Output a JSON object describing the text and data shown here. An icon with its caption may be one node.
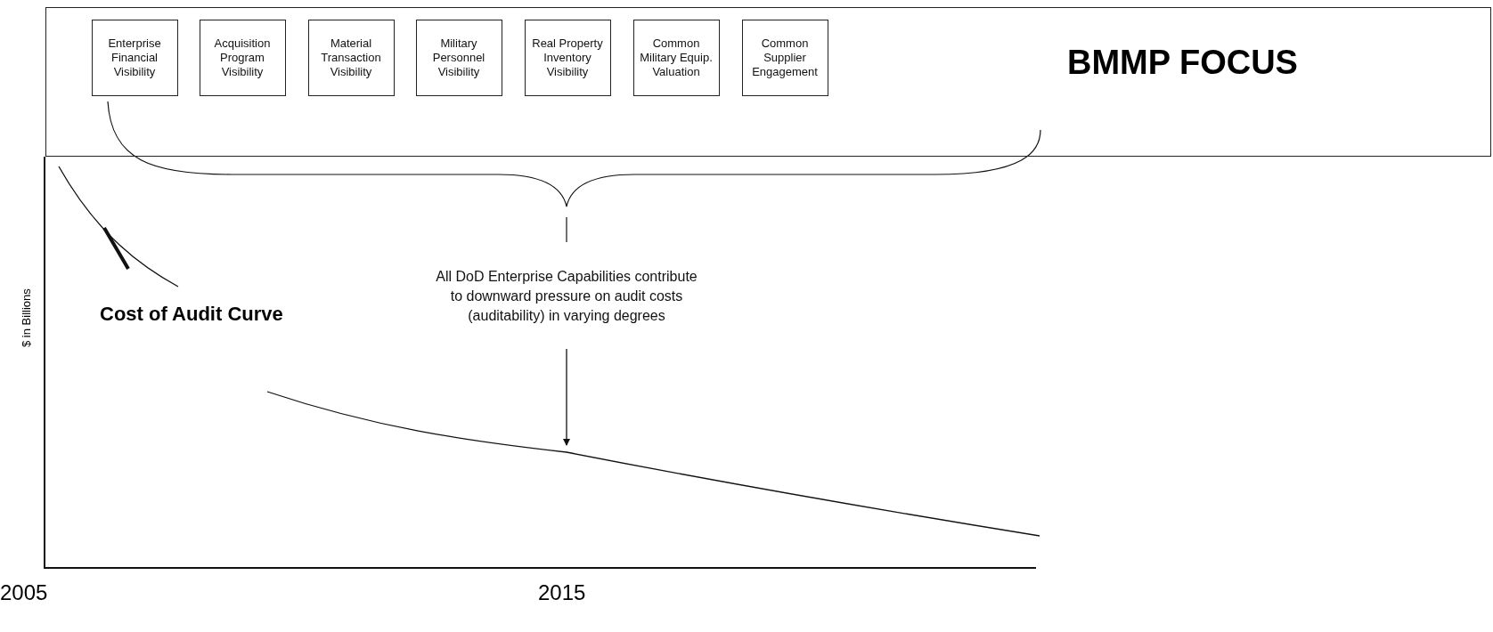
{
  "diagram": {
    "nodes": [
      {
        "text": [
          "BMMP FOCUS"
        ]
      },
      {
        "text": [
          "Enterprise Financial Visibility"
        ],
        "in": 0
      },
      {
        "text": [
          "Acquisition Program Visibility"
        ],
        "in": 0
      },
      {
        "text": [
          "Material Transaction Visibility"
        ],
        "in": 0
      },
      {
        "text": [
          "Military Personnel Visibility"
        ],
        "in": 0
      },
      {
        "text": [
          "Real Property Inventory Visibility"
        ],
        "in": 0
      },
      {
        "text": [
          "Common Military Equip. Valuation"
        ],
        "in": 0
      },
      {
        "text": [
          "Common Supplier Engagement"
        ],
        "in": 0
      },
      {
        "text": [
          "All DoD Enterprise Capabilities contribute to downward pressure on audit costs (auditability) in varying degrees"
        ]
      },
      {
        "text": [],
        "shape": "curve"
      }
    ],
    "edges": [
      {
        "from": 8,
        "to": 9,
        "arrow": "to"
      }
    ],
    "labels": [
      "$ in Billions",
      "Cost of Audit Curve",
      "2005",
      "2015"
    ]
  }
}
